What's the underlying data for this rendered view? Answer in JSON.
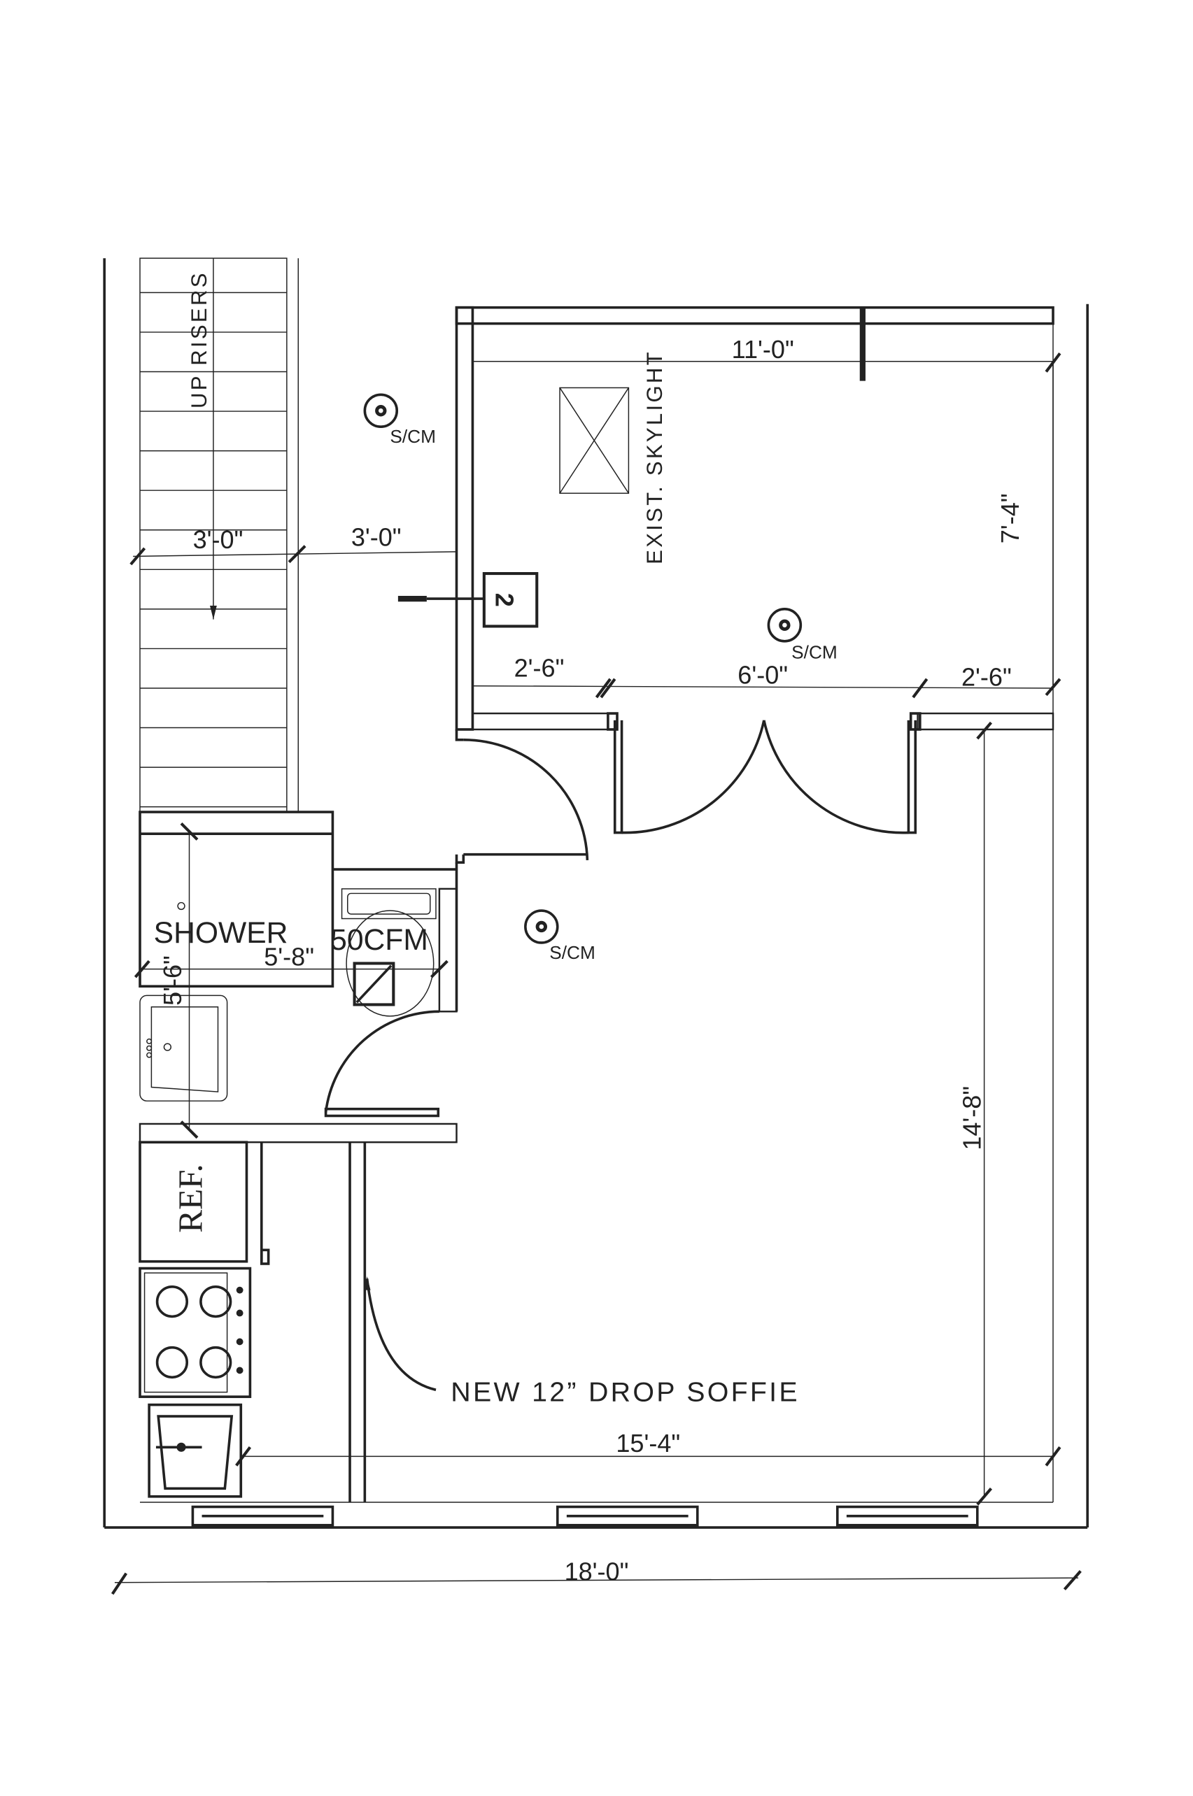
{
  "plan": {
    "labels": {
      "stairs": "UP RISERS",
      "skylight": "EXIST. SKYLIGHT",
      "shower": "SHOWER",
      "fan": "50CFM",
      "ref": "REF.",
      "soffit": "NEW 12” DROP SOFFIE",
      "tag": "2"
    },
    "detectors": [
      "S/CM",
      "S/CM",
      "S/CM"
    ],
    "dimensions": {
      "overall_width": "18'-0\"",
      "interior_width": "15'-4\"",
      "main_depth": "14'-8\"",
      "bedroom_depth": "7'-4\"",
      "bedroom_width": "11'-0\"",
      "door_left": "2'-6\"",
      "door_opening": "6'-0\"",
      "door_right": "2'-6\"",
      "stair_width": "3'-0\"",
      "corridor_width": "3'-0\"",
      "bath_width": "5'-8\"",
      "bath_depth": "5'-6\""
    },
    "colors": {
      "line": "#222222",
      "background": "#ffffff"
    }
  }
}
